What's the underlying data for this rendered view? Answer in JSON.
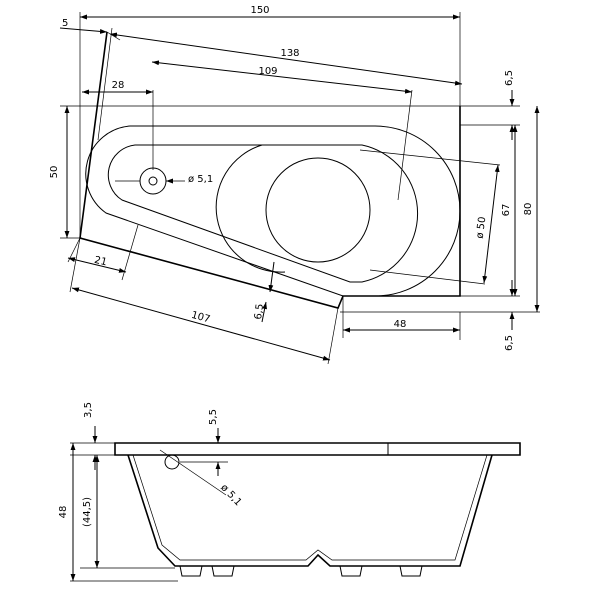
{
  "plan_view": {
    "dim_150": "150",
    "dim_5": "5",
    "dim_138": "138",
    "dim_109": "109",
    "dim_28": "28",
    "dim_6_5_top": "6,5",
    "dim_50_left": "50",
    "dim_drain": "ø 5,1",
    "dim_50_circle": "ø 50",
    "dim_67": "67",
    "dim_80": "80",
    "dim_21": "21",
    "dim_6_5_mid": "6,5",
    "dim_107": "107",
    "dim_48": "48",
    "dim_6_5_bottom": "6,5"
  },
  "side_view": {
    "dim_3_5": "3,5",
    "dim_5_5": "5,5",
    "dim_48": "48",
    "dim_44_5": "(44,5)",
    "dim_overflow": "ø 5,1"
  }
}
